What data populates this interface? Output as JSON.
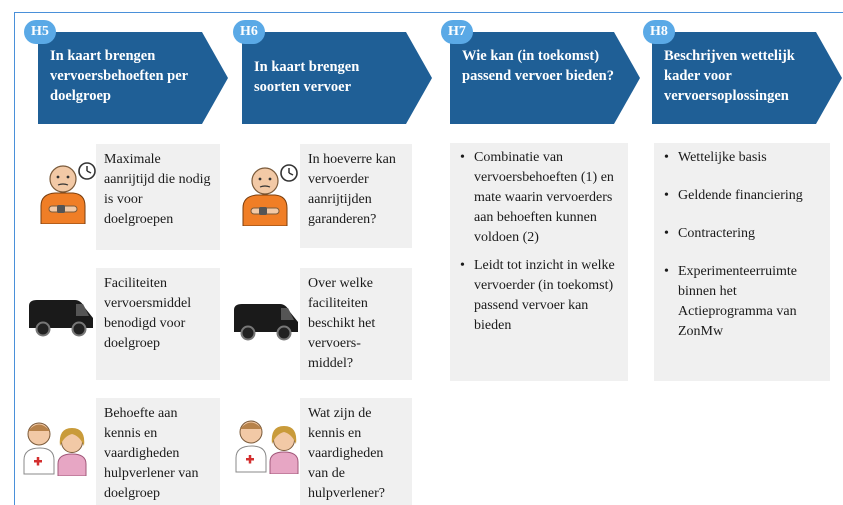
{
  "columns": [
    {
      "id": "H5",
      "title": "In kaart brengen vervoersbehoeften per doelgroep",
      "items": [
        {
          "icon": "waiting-person-clock-icon",
          "text": "Maximale aanrijtijd die nodig is voor doelgroepen"
        },
        {
          "icon": "van-icon",
          "text": "Faciliteiten vervoersmiddel benodigd voor doelgroep"
        },
        {
          "icon": "caregivers-icon",
          "text": "Behoefte aan kennis en vaardigheden hulpverlener van doelgroep"
        }
      ]
    },
    {
      "id": "H6",
      "title": "In kaart brengen soorten vervoer",
      "items": [
        {
          "icon": "waiting-person-clock-icon",
          "text": "In hoeverre kan vervoerder aanrijtijden garanderen?"
        },
        {
          "icon": "van-icon",
          "text": "Over welke faciliteiten beschikt het vervoers-middel?"
        },
        {
          "icon": "caregivers-icon",
          "text": "Wat zijn de kennis en vaardigheden van de hulpverlener?"
        }
      ]
    },
    {
      "id": "H7",
      "title": "Wie kan (in toekomst) passend vervoer bieden?",
      "bullets": [
        "Combinatie van vervoersbehoeften (1) en mate waarin vervoerders aan behoeften kunnen voldoen (2)",
        "Leidt tot inzicht in welke vervoerder (in toekomst) passend vervoer kan bieden"
      ]
    },
    {
      "id": "H8",
      "title": "Beschrijven wettelijk kader voor vervoersoplossingen",
      "bullets": [
        "Wettelijke basis",
        "Geldende financiering",
        "Contractering",
        "Experimenteerruimte binnen het Actieprogramma van ZonMw"
      ]
    }
  ],
  "colors": {
    "arrow": "#1f5f96",
    "badge": "#5aa9e6",
    "box": "#f0f0f0",
    "frame": "#4a90d9"
  }
}
